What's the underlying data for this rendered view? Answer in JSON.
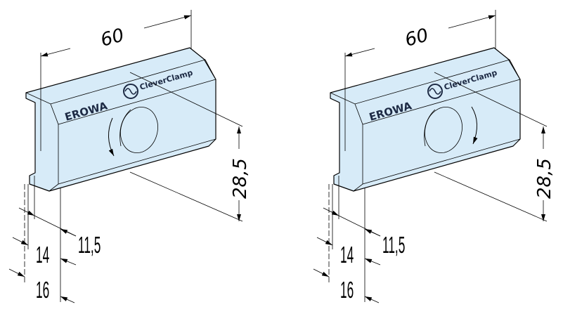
{
  "views": [
    {
      "logo": {
        "brand": "EROWA",
        "product": "CleverClamp"
      },
      "dims": {
        "length": "60",
        "height": "28,5",
        "d1": "11,5",
        "d2": "14",
        "d3": "16"
      }
    },
    {
      "logo": {
        "brand": "EROWA",
        "product": "CleverClamp"
      },
      "dims": {
        "length": "60",
        "height": "28,5",
        "d1": "11,5",
        "d2": "14",
        "d3": "16"
      }
    }
  ],
  "colors": {
    "part": "#d7ebf8",
    "line": "#000000",
    "logo": "#1d2a44"
  }
}
